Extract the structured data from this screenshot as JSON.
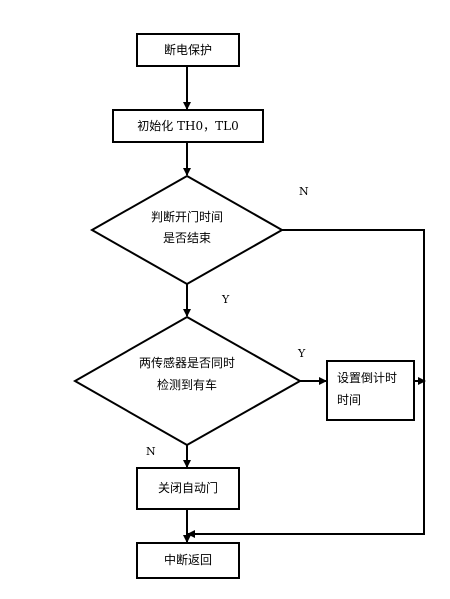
{
  "nodes": {
    "power_protect": "断电保护",
    "init": "初始化 TH0，TL0",
    "judge_line1": "判断开门时间",
    "judge_line2": "是否结束",
    "sensors_line1": "两传感器是否同时",
    "sensors_line2": "检测到有车",
    "set_timer_line1": "设置倒计时",
    "set_timer_line2": "时间",
    "close_door": "关闭自动门",
    "interrupt_return": "中断返回"
  },
  "edge_labels": {
    "judge_no": "N",
    "judge_yes": "Y",
    "sensors_yes": "Y",
    "sensors_no": "N"
  }
}
